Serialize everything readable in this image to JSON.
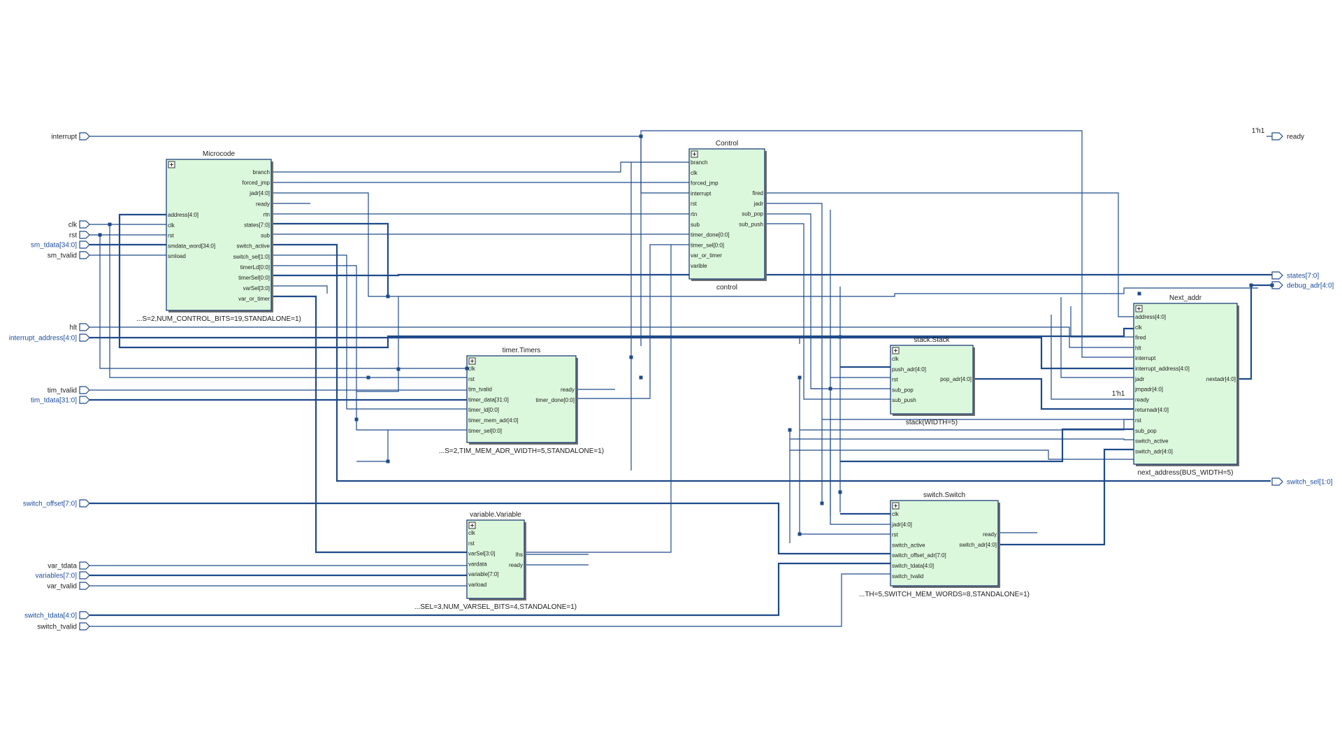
{
  "ports_in": [
    {
      "id": "interrupt",
      "label": "interrupt",
      "bus": false
    },
    {
      "id": "clk",
      "label": "clk",
      "bus": false
    },
    {
      "id": "rst",
      "label": "rst",
      "bus": false
    },
    {
      "id": "sm_tdata",
      "label": "sm_tdata[34:0]",
      "bus": true
    },
    {
      "id": "sm_tvalid",
      "label": "sm_tvalid",
      "bus": false
    },
    {
      "id": "hlt",
      "label": "hlt",
      "bus": false
    },
    {
      "id": "interrupt_address",
      "label": "interrupt_address[4:0]",
      "bus": true
    },
    {
      "id": "tim_tvalid",
      "label": "tim_tvalid",
      "bus": false
    },
    {
      "id": "tim_tdata",
      "label": "tim_tdata[31:0]",
      "bus": true
    },
    {
      "id": "switch_offset",
      "label": "switch_offset[7:0]",
      "bus": true
    },
    {
      "id": "var_tdata",
      "label": "var_tdata",
      "bus": false
    },
    {
      "id": "variables",
      "label": "variables[7:0]",
      "bus": true
    },
    {
      "id": "var_tvalid",
      "label": "var_tvalid",
      "bus": false
    },
    {
      "id": "switch_tdata",
      "label": "switch_tdata[4:0]",
      "bus": true
    },
    {
      "id": "switch_tvalid",
      "label": "switch_tvalid",
      "bus": false
    }
  ],
  "ports_out": [
    {
      "id": "ready",
      "label": "ready",
      "bus": false
    },
    {
      "id": "states",
      "label": "states[7:0]",
      "bus": true
    },
    {
      "id": "debug_adr",
      "label": "debug_adr[4:0]",
      "bus": true
    },
    {
      "id": "switch_sel",
      "label": "switch_sel[1:0]",
      "bus": true
    }
  ],
  "constants": [
    {
      "id": "const_ready",
      "label": "1'h1"
    },
    {
      "id": "const_next",
      "label": "1'h1"
    }
  ],
  "blocks": [
    {
      "id": "microcode",
      "title": "Microcode",
      "subtitle": "...S=2,NUM_CONTROL_BITS=19,STANDALONE=1)",
      "inputs": [
        "address[4:0]",
        "clk",
        "rst",
        "smdata_word[34:0]",
        "smload"
      ],
      "outputs": [
        "branch",
        "forced_jmp",
        "jadr[4:0]",
        "ready",
        "rtn",
        "states[7:0]",
        "sub",
        "switch_active",
        "switch_sel[1:0]",
        "timerLd[0:0]",
        "timerSel[0:0]",
        "varSel[3:0]",
        "var_or_timer"
      ]
    },
    {
      "id": "control",
      "title": "Control",
      "subtitle": "control",
      "inputs": [
        "branch",
        "clk",
        "forced_jmp",
        "interrupt",
        "rst",
        "rtn",
        "sub",
        "timer_done[0:0]",
        "timer_sel[0:0]",
        "var_or_timer",
        "varible"
      ],
      "outputs": [
        "fired",
        "jadr",
        "sub_pop",
        "sub_push"
      ]
    },
    {
      "id": "timers",
      "title": "timer.Timers",
      "subtitle": "...S=2,TIM_MEM_ADR_WIDTH=5,STANDALONE=1)",
      "inputs": [
        "clk",
        "rst",
        "tim_tvalid",
        "timer_data[31:0]",
        "timer_ld[0:0]",
        "timer_mem_adr[4:0]",
        "timer_sel[0:0]"
      ],
      "outputs": [
        "ready",
        "timer_done[0:0]"
      ]
    },
    {
      "id": "variable",
      "title": "variable.Variable",
      "subtitle": "...SEL=3,NUM_VARSEL_BITS=4,STANDALONE=1)",
      "inputs": [
        "clk",
        "rst",
        "varSel[3:0]",
        "vardata",
        "variable[7:0]",
        "varload"
      ],
      "outputs": [
        "lhs",
        "ready"
      ]
    },
    {
      "id": "stack",
      "title": "stack.Stack",
      "subtitle": "stack(WIDTH=5)",
      "inputs": [
        "clk",
        "push_adr[4:0]",
        "rst",
        "sub_pop",
        "sub_push"
      ],
      "outputs": [
        "pop_adr[4:0]"
      ]
    },
    {
      "id": "switch",
      "title": "switch.Switch",
      "subtitle": "...TH=5,SWITCH_MEM_WORDS=8,STANDALONE=1)",
      "inputs": [
        "clk",
        "jadr[4:0]",
        "rst",
        "switch_active",
        "switch_offset_adr[7:0]",
        "switch_tdata[4:0]",
        "switch_tvalid"
      ],
      "outputs": [
        "ready",
        "switch_adr[4:0]"
      ]
    },
    {
      "id": "next_addr",
      "title": "Next_addr",
      "subtitle": "next_address(BUS_WIDTH=5)",
      "inputs": [
        "address[4:0]",
        "clk",
        "fired",
        "hlt",
        "interrupt",
        "interrupt_address[4:0]",
        "jadr",
        "jmpadr[4:0]",
        "ready",
        "returnadr[4:0]",
        "rst",
        "sub_pop",
        "switch_active",
        "switch_adr[4:0]"
      ],
      "outputs": [
        "nextadr[4:0]"
      ]
    }
  ]
}
